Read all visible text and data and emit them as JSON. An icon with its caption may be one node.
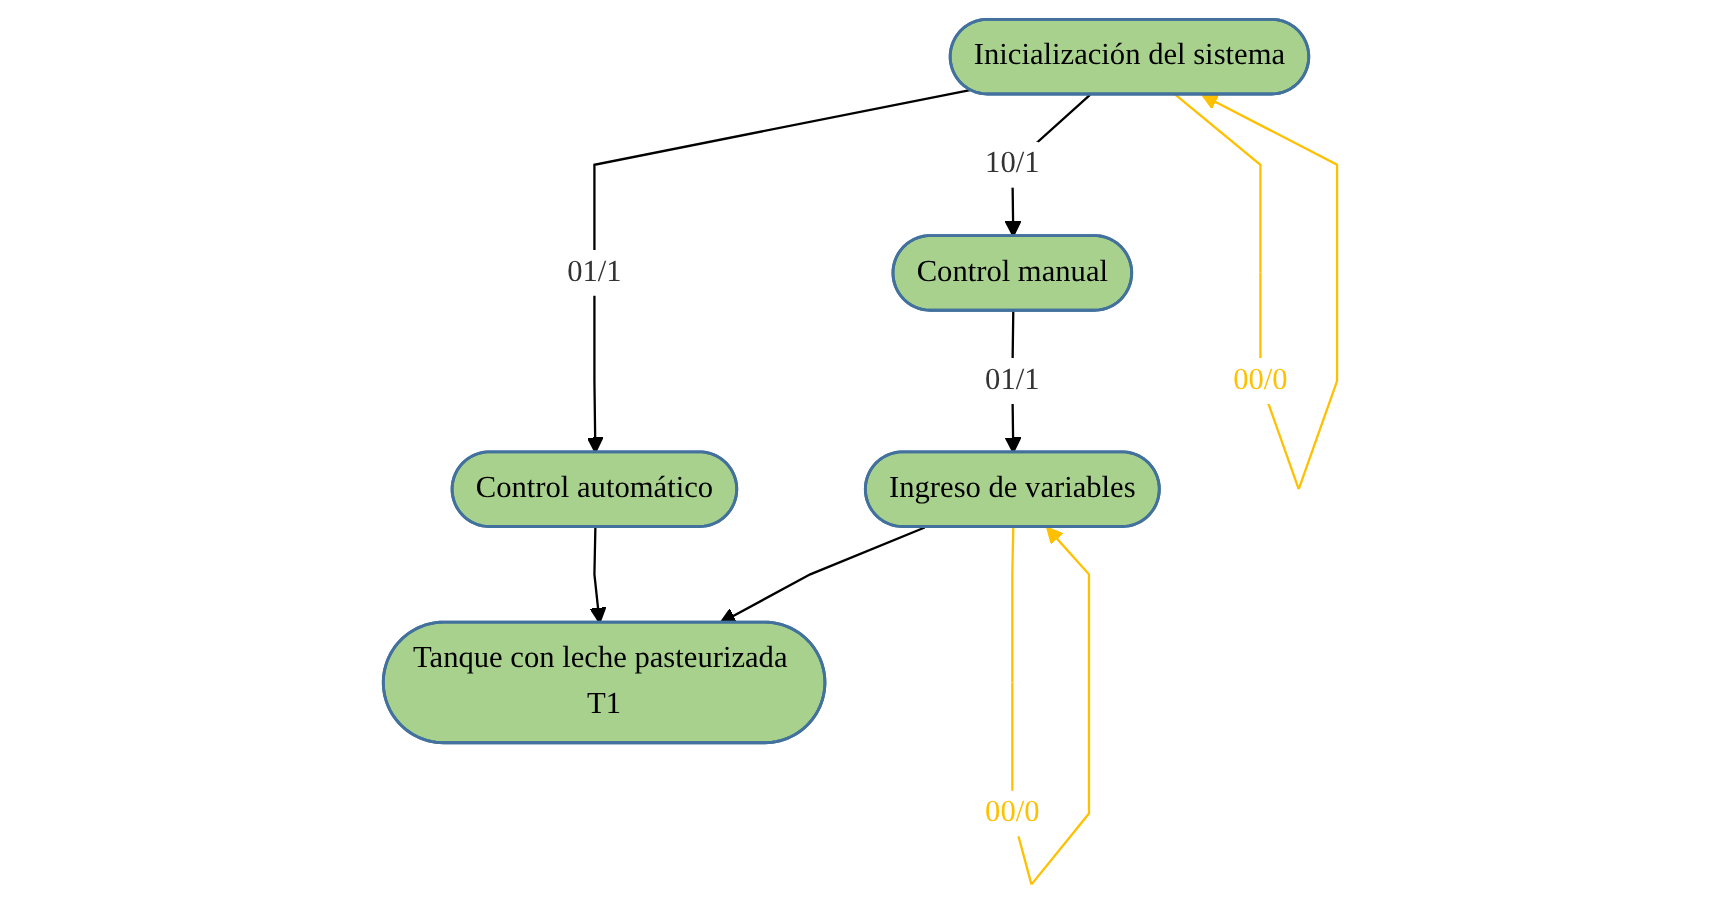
{
  "diagram": {
    "nodes": [
      {
        "text": [
          "Inicialización del sistema"
        ]
      },
      {
        "text": [
          "Control automático"
        ]
      },
      {
        "text": [
          "Control manual"
        ]
      },
      {
        "text": [
          "Ingreso de variables"
        ]
      },
      {
        "text": [
          "Tanque con leche pasteurizada T1"
        ]
      }
    ],
    "edges": [
      {
        "from": 0,
        "to": 0,
        "arrow": "to",
        "label": "00/0",
        "color": "#ffc000"
      },
      {
        "from": 0,
        "to": 1,
        "arrow": "to",
        "label": "01/1"
      },
      {
        "from": 0,
        "to": 2,
        "arrow": "to",
        "label": "10/1"
      },
      {
        "from": 2,
        "to": 3,
        "arrow": "to",
        "label": "01/1"
      },
      {
        "from": 3,
        "to": 3,
        "arrow": "to",
        "label": "00/0",
        "color": "#ffc000"
      },
      {
        "from": 1,
        "to": 4,
        "arrow": "to"
      },
      {
        "from": 3,
        "to": 4,
        "arrow": "to"
      }
    ]
  }
}
